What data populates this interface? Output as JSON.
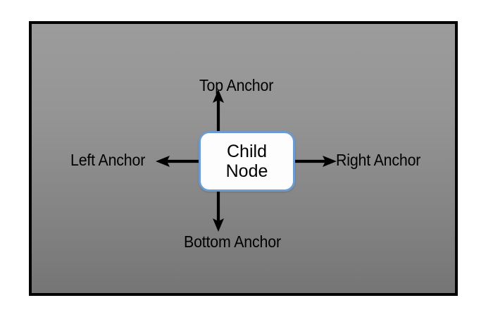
{
  "diagram": {
    "type": "anchor-constraint-diagram",
    "background_color": "#ffffff",
    "panel": {
      "border_color": "#000000",
      "fill_gradient_top": "#9c9c9c",
      "fill_gradient_bottom": "#757575"
    },
    "center_node": {
      "name": "child-node",
      "line1": "Child",
      "line2": "Node",
      "fill_color": "#fdfdfd",
      "border_color": "#6a9bd1",
      "text_color": "#000000"
    },
    "anchors": [
      {
        "id": "top",
        "label": "Top Anchor",
        "direction": "up",
        "arrow_color": "#000000"
      },
      {
        "id": "right",
        "label": "Right Anchor",
        "direction": "right",
        "arrow_color": "#000000"
      },
      {
        "id": "bottom",
        "label": "Bottom Anchor",
        "direction": "down",
        "arrow_color": "#000000"
      },
      {
        "id": "left",
        "label": "Left Anchor",
        "direction": "left",
        "arrow_color": "#000000"
      }
    ]
  }
}
